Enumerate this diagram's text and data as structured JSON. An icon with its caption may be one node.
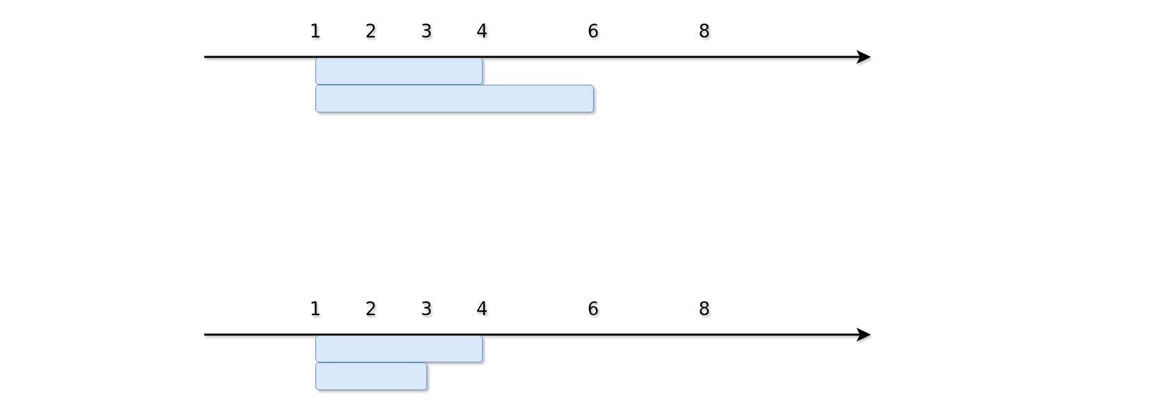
{
  "diagram": {
    "nodes": [
      {
        "text": [],
        "shape": "box"
      },
      {
        "text": [],
        "shape": "box"
      },
      {
        "text": [],
        "shape": "box"
      },
      {
        "text": [],
        "shape": "box"
      }
    ],
    "edges": [],
    "labels": [
      "1",
      "2",
      "3",
      "4",
      "6",
      "8",
      "1",
      "2",
      "3",
      "4",
      "6",
      "8"
    ]
  }
}
